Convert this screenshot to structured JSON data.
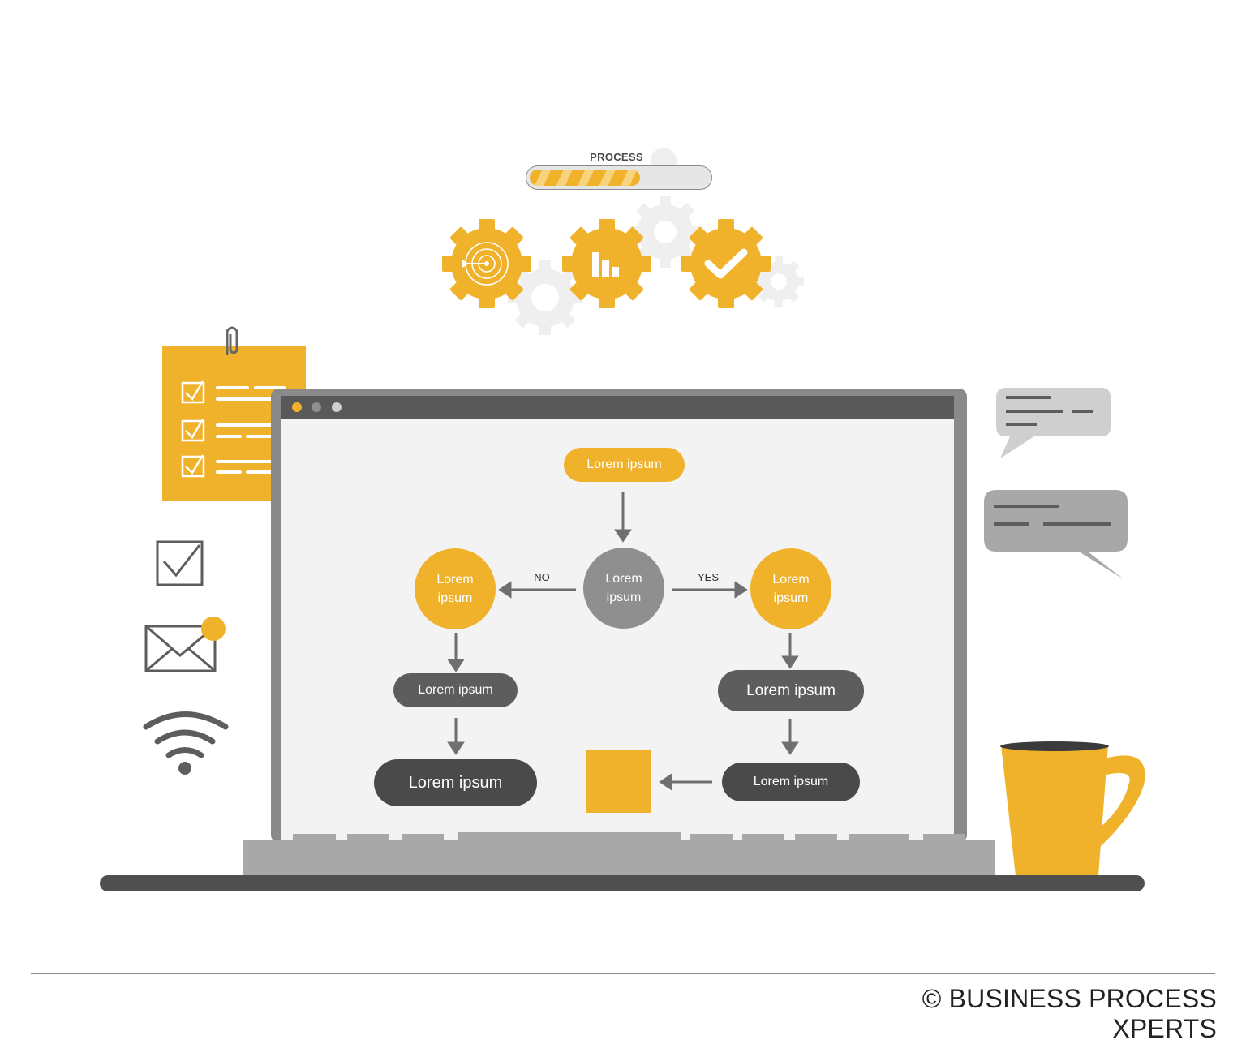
{
  "progress": {
    "label": "PROCESS",
    "fraction": 0.62
  },
  "flow": {
    "start": "Lorem ipsum",
    "decision": "Lorem ipsum",
    "no_label": "NO",
    "yes_label": "YES",
    "left_circle": "Lorem ipsum",
    "right_circle": "Lorem ipsum",
    "left_step1": "Lorem ipsum",
    "left_step2": "Lorem ipsum",
    "right_step1": "Lorem ipsum",
    "right_step2": "Lorem ipsum"
  },
  "footer": {
    "copyright": "© BUSINESS PROCESS XPERTS"
  },
  "colors": {
    "accent": "#f0b22a",
    "dark": "#595959",
    "mid": "#8f8f8f",
    "light": "#bdbdbd",
    "screen": "#f3f3f3"
  },
  "icons": [
    "target-gear-icon",
    "chart-gear-icon",
    "check-gear-icon",
    "clipboard-icon",
    "checkbox-icon",
    "mail-icon",
    "wifi-icon",
    "chat-bubble-icon",
    "coffee-mug-icon"
  ]
}
